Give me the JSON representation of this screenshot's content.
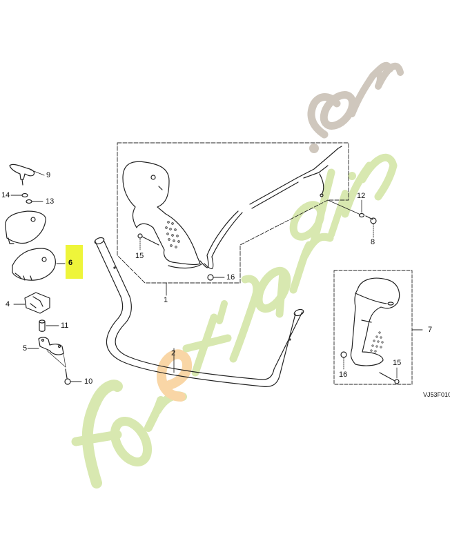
{
  "diagram": {
    "type": "exploded-parts-diagram",
    "code": "VJ53F010",
    "highlight_color": "#eef53a",
    "highlighted_part": "6",
    "watermark": {
      "text": "foretjardin.com",
      "parts": [
        {
          "text": "for",
          "color": "#d8e8b0"
        },
        {
          "text": "e",
          "color": "#f9d6a6"
        },
        {
          "text": "t'jardin",
          "color": "#d8e8b0"
        },
        {
          "text": ".com",
          "color": "#cfc7bd"
        }
      ]
    },
    "callouts": [
      {
        "id": "9",
        "label": "9",
        "part": "knob"
      },
      {
        "id": "14",
        "label": "14",
        "part": "washer"
      },
      {
        "id": "13",
        "label": "13",
        "part": "spring-washer"
      },
      {
        "id": "6",
        "label": "6",
        "part": "holder-base"
      },
      {
        "id": "4",
        "label": "4",
        "part": "clamp-block"
      },
      {
        "id": "11",
        "label": "11",
        "part": "collar"
      },
      {
        "id": "5",
        "label": "5",
        "part": "clamp-lower"
      },
      {
        "id": "10",
        "label": "10",
        "part": "bolt"
      },
      {
        "id": "1",
        "label": "1",
        "part": "throttle-grip-assembly"
      },
      {
        "id": "15a",
        "label": "15",
        "part": "screw"
      },
      {
        "id": "16a",
        "label": "16",
        "part": "nut"
      },
      {
        "id": "12",
        "label": "12",
        "part": "washer"
      },
      {
        "id": "8",
        "label": "8",
        "part": "bolt"
      },
      {
        "id": "2",
        "label": "2",
        "part": "handlebar"
      },
      {
        "id": "7",
        "label": "7",
        "part": "grip-assembly"
      },
      {
        "id": "16b",
        "label": "16",
        "part": "nut"
      },
      {
        "id": "15b",
        "label": "15",
        "part": "screw"
      }
    ]
  }
}
